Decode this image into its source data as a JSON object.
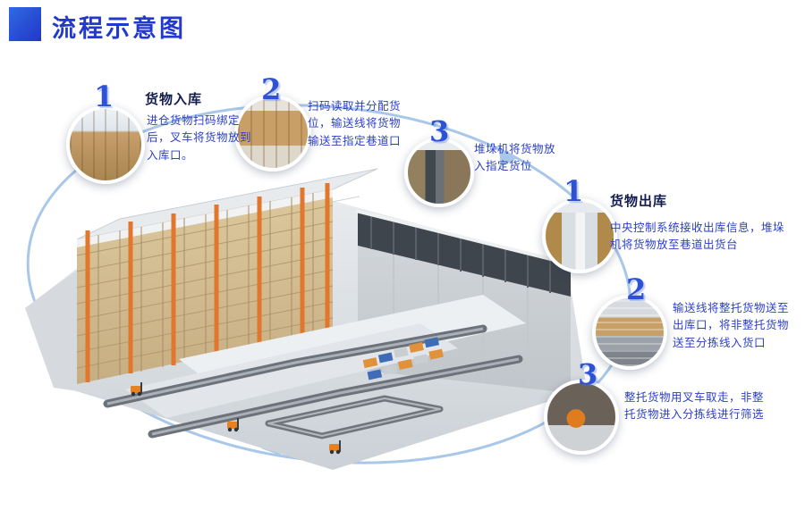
{
  "header": {
    "title": "流程示意图"
  },
  "colors": {
    "accent_blue": "#2338cd",
    "text_blue": "#2b3fc4",
    "heading_navy": "#121c4e",
    "arc_blue": "#a9c7e8",
    "rack_orange": "#e2772c",
    "rack_tan": "#d7c298"
  },
  "illustration": {
    "name": "automated-warehouse-isometric"
  },
  "inbound": {
    "label": "货物入库",
    "steps": [
      {
        "num": "1",
        "text": "进仓货物扫码绑定后，叉车将货物放到入库口。",
        "photo": "inbound-racks-photo"
      },
      {
        "num": "2",
        "text": "扫码读取并分配货位，输送线将货物输送至指定巷道口",
        "photo": "conveyor-boxes-photo"
      },
      {
        "num": "3",
        "text": "堆垛机将货物放入指定货位",
        "photo": "stacker-crane-photo"
      }
    ]
  },
  "outbound": {
    "label": "货物出库",
    "steps": [
      {
        "num": "1",
        "text": "中央控制系统接收出库信息，堆垛机将货物放至巷道出货台",
        "photo": "outbound-aisle-photo"
      },
      {
        "num": "2",
        "text": "输送线将整托货物送至出库口，将非整托货物送至分拣线入货口",
        "photo": "outbound-conveyor-photo"
      },
      {
        "num": "3",
        "text": "整托货物用叉车取走，非整托货物进入分拣线进行筛选",
        "photo": "forklift-photo"
      }
    ]
  }
}
